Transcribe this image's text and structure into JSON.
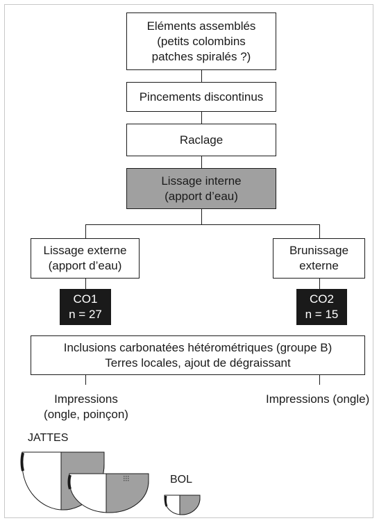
{
  "steps": {
    "assembled": [
      "Eléments assemblés",
      "(petits colombins",
      "patches spiralés ?)"
    ],
    "pinching": [
      "Pincements discontinus"
    ],
    "scraping": [
      "Raclage"
    ],
    "internal_smoothing": [
      "Lissage interne",
      "(apport d’eau)"
    ]
  },
  "branches": {
    "left": {
      "step": [
        "Lissage externe",
        "(apport d’eau)"
      ],
      "chaine": [
        "CO1",
        "n = 27"
      ],
      "impressions": [
        "Impressions",
        "(ongle, poinçon)"
      ]
    },
    "right": {
      "step": [
        "Brunissage",
        "externe"
      ],
      "chaine": [
        "CO2",
        "n = 15"
      ],
      "impressions": [
        "Impressions (ongle)"
      ]
    }
  },
  "inclusions": [
    "Inclusions carbonatées hétérométriques (groupe B)",
    "Terres locales, ajout de dégraissant"
  ],
  "vessel_labels": {
    "jattes": "JATTES",
    "bol": "BOL"
  },
  "colors": {
    "shaded": "#a0a0a0",
    "dark": "#1a1a1a",
    "line": "#1a1a1a"
  }
}
